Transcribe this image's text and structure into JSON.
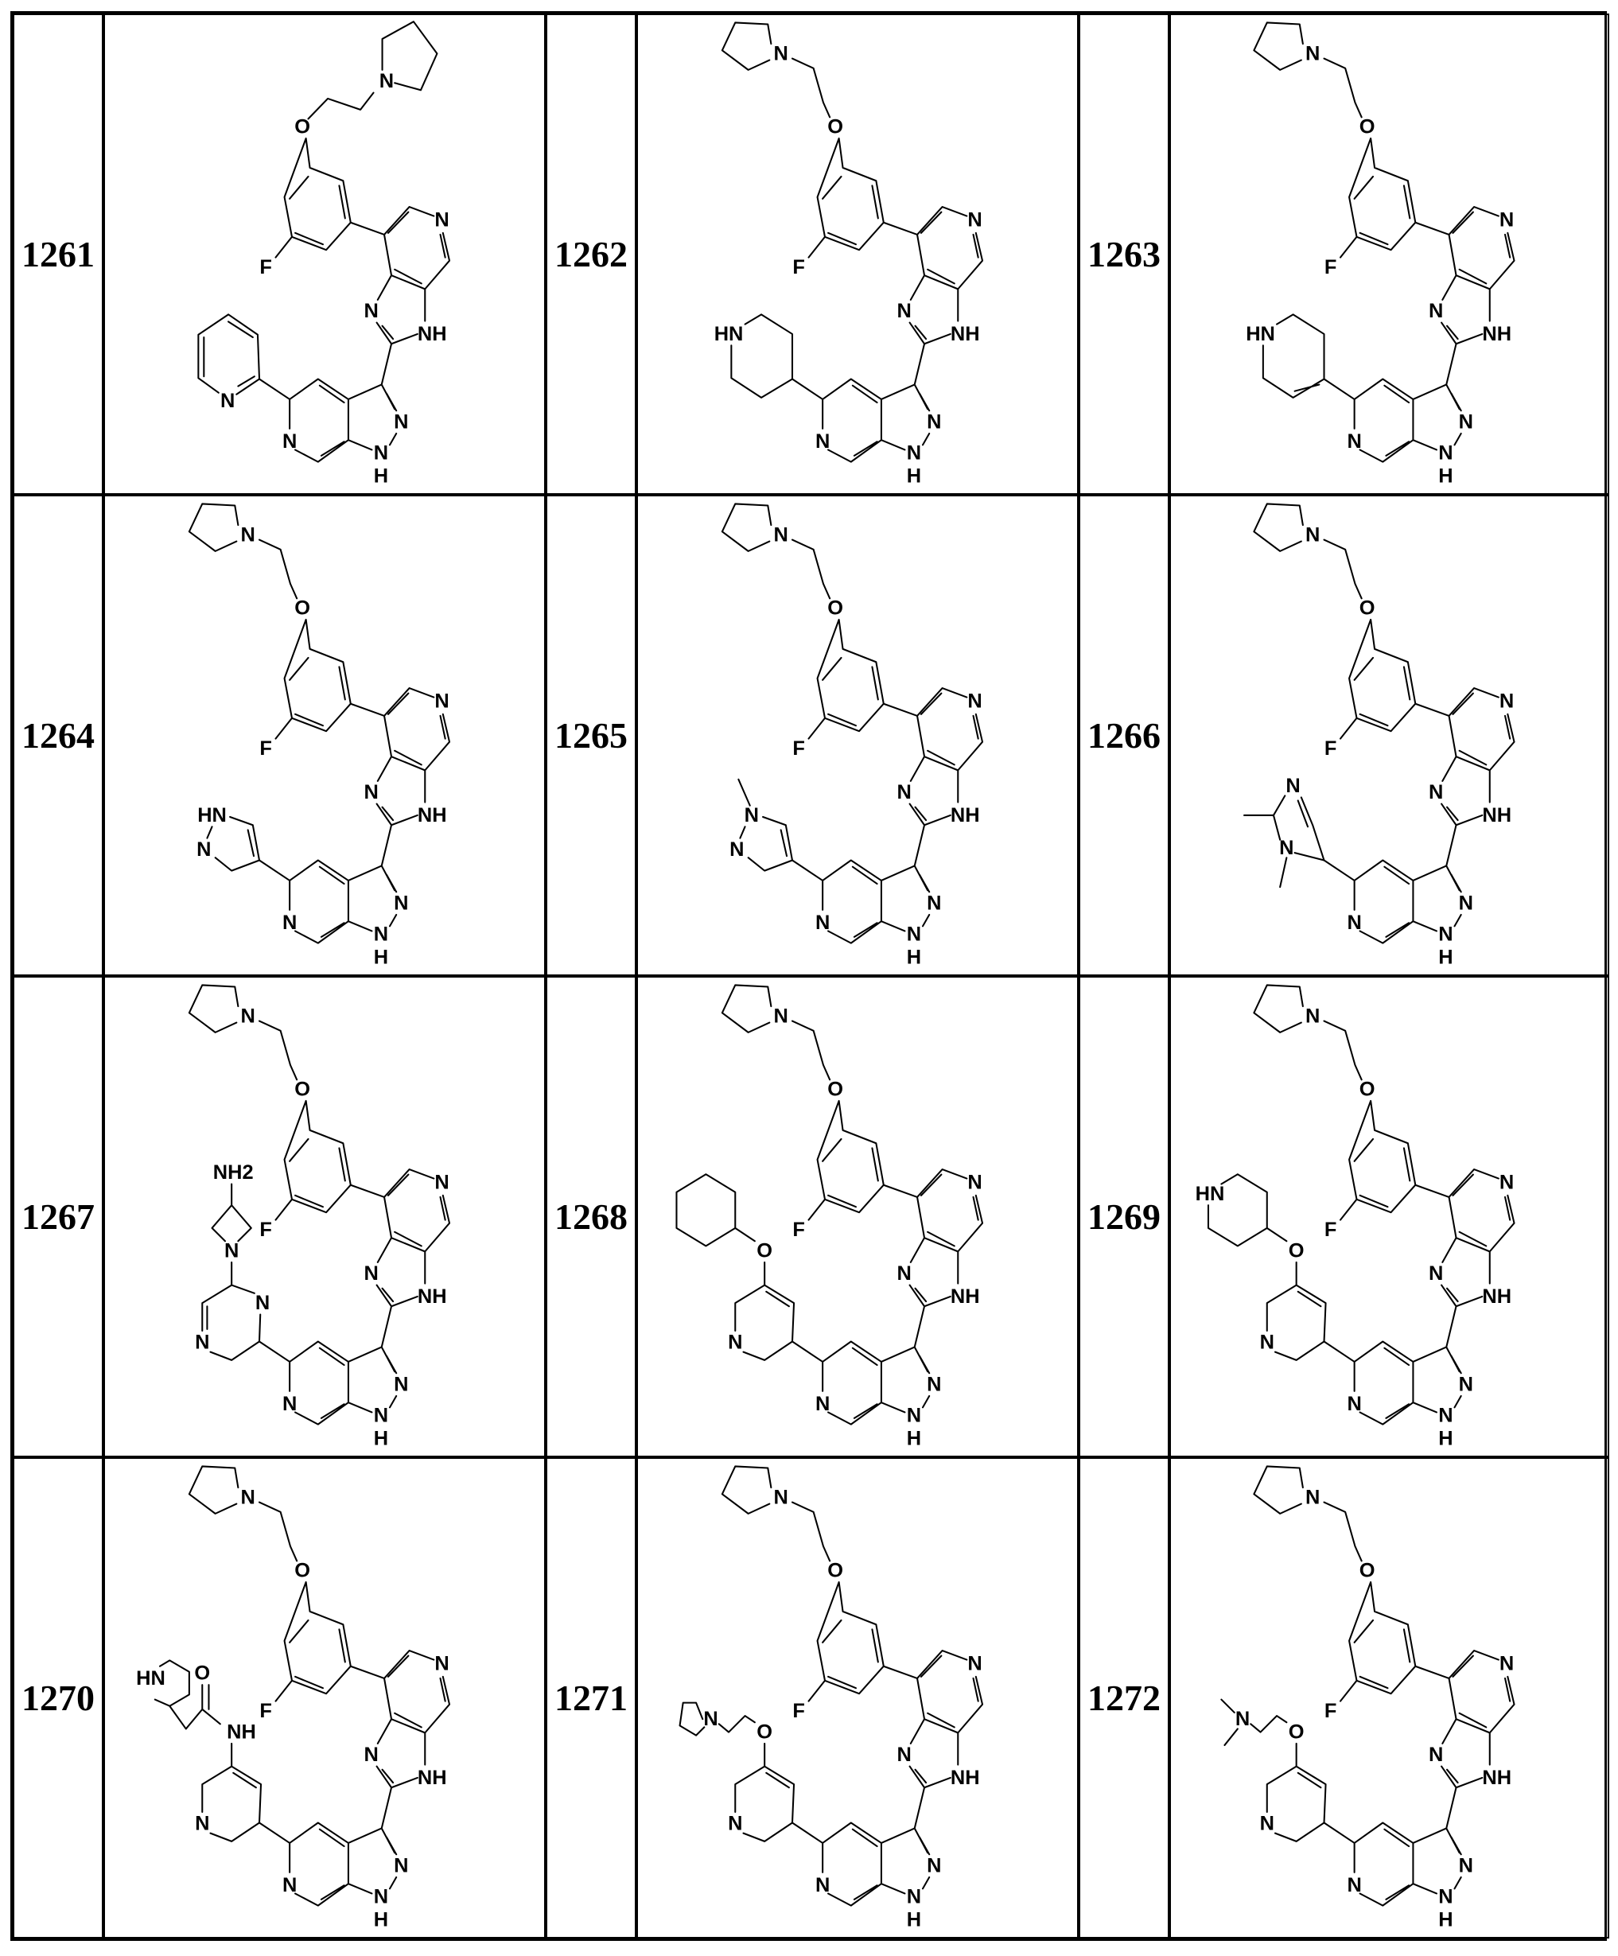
{
  "core_labels": [
    "O",
    "F",
    "N",
    "N",
    "NH",
    "N",
    "N",
    "H",
    "N"
  ],
  "top_amine_label": "N",
  "compounds": [
    {
      "id": "1261",
      "labels": [
        "N"
      ]
    },
    {
      "id": "1262",
      "labels": [
        "HN"
      ]
    },
    {
      "id": "1263",
      "labels": [
        "HN"
      ]
    },
    {
      "id": "1264",
      "labels": [
        "HN",
        "N"
      ]
    },
    {
      "id": "1265",
      "labels": [
        "N",
        "N"
      ]
    },
    {
      "id": "1266",
      "labels": [
        "N",
        "N"
      ]
    },
    {
      "id": "1267",
      "labels": [
        "N",
        "N",
        "N",
        "NH2"
      ]
    },
    {
      "id": "1268",
      "labels": [
        "N",
        "O"
      ]
    },
    {
      "id": "1269",
      "labels": [
        "N",
        "O",
        "HN"
      ]
    },
    {
      "id": "1270",
      "labels": [
        "N",
        "NH",
        "O",
        "HN"
      ]
    },
    {
      "id": "1271",
      "labels": [
        "N",
        "O",
        "N"
      ]
    },
    {
      "id": "1272",
      "labels": [
        "N",
        "O",
        "N"
      ]
    }
  ]
}
